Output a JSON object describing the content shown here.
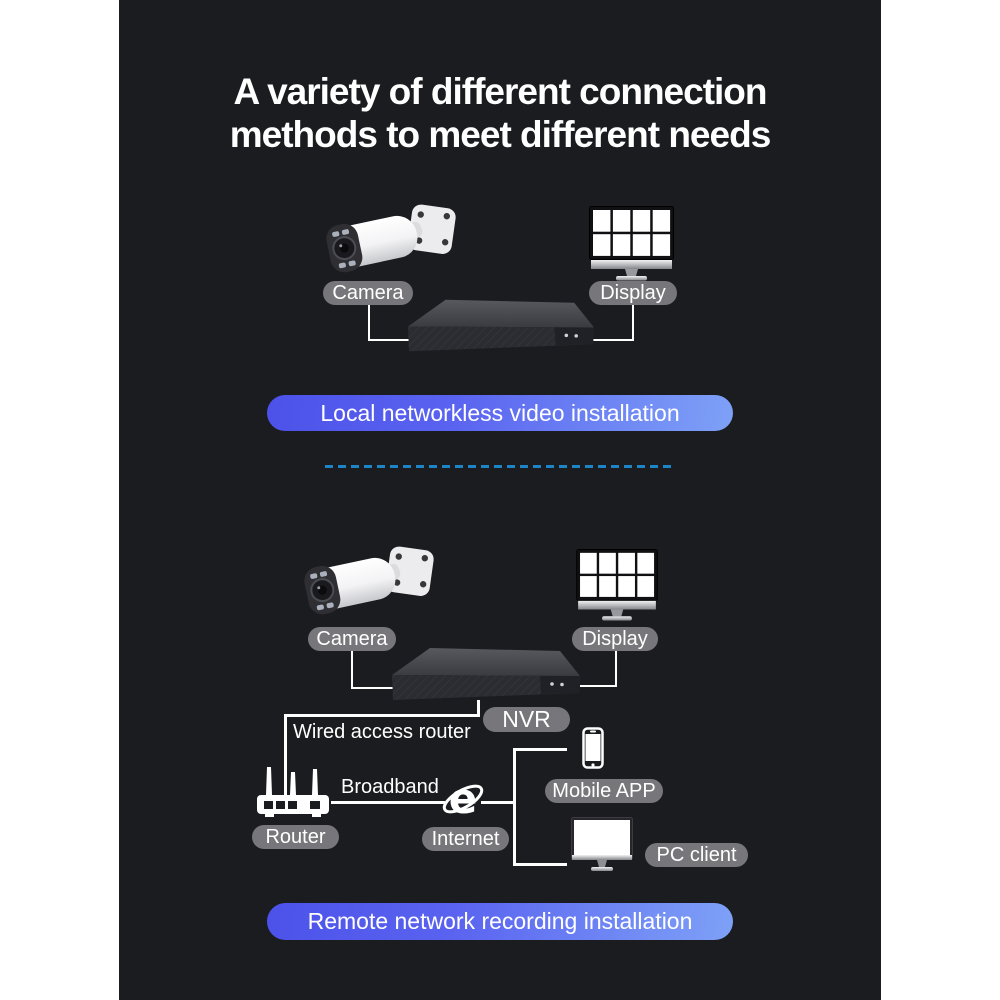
{
  "title": {
    "line1": "A variety of different connection",
    "line2": "methods to meet different needs"
  },
  "colors": {
    "canvas": "#ffffff",
    "card_background": "#1b1c20",
    "gray_pill": "#77777b",
    "blue_pill_gradient_left": "#4c52e9",
    "blue_pill_gradient_right": "#7ea1f7",
    "dashed_divider_blue": "#1e84c8",
    "connector_line": "#ffffff",
    "text": "#ffffff"
  },
  "local_section": {
    "camera_label": "Camera",
    "display_label": "Display",
    "caption": "Local networkless video installation"
  },
  "remote_section": {
    "camera_label": "Camera",
    "display_label": "Display",
    "nvr_label": "NVR",
    "wired_access_text": "Wired access router",
    "broadband_text": "Broadband",
    "router_label": "Router",
    "internet_label": "Internet",
    "mobile_app_label": "Mobile APP",
    "pc_client_label": "PC client",
    "caption": "Remote network recording installation"
  },
  "icons": {
    "camera": "white-bullet-security-camera",
    "display": "monitor-with-8-channel-grid",
    "nvr": "black-nvr-recorder-box",
    "router": "wired-router-with-antennas",
    "internet": "internet-e-globe",
    "mobile": "smartphone",
    "pc": "desktop-monitor"
  }
}
